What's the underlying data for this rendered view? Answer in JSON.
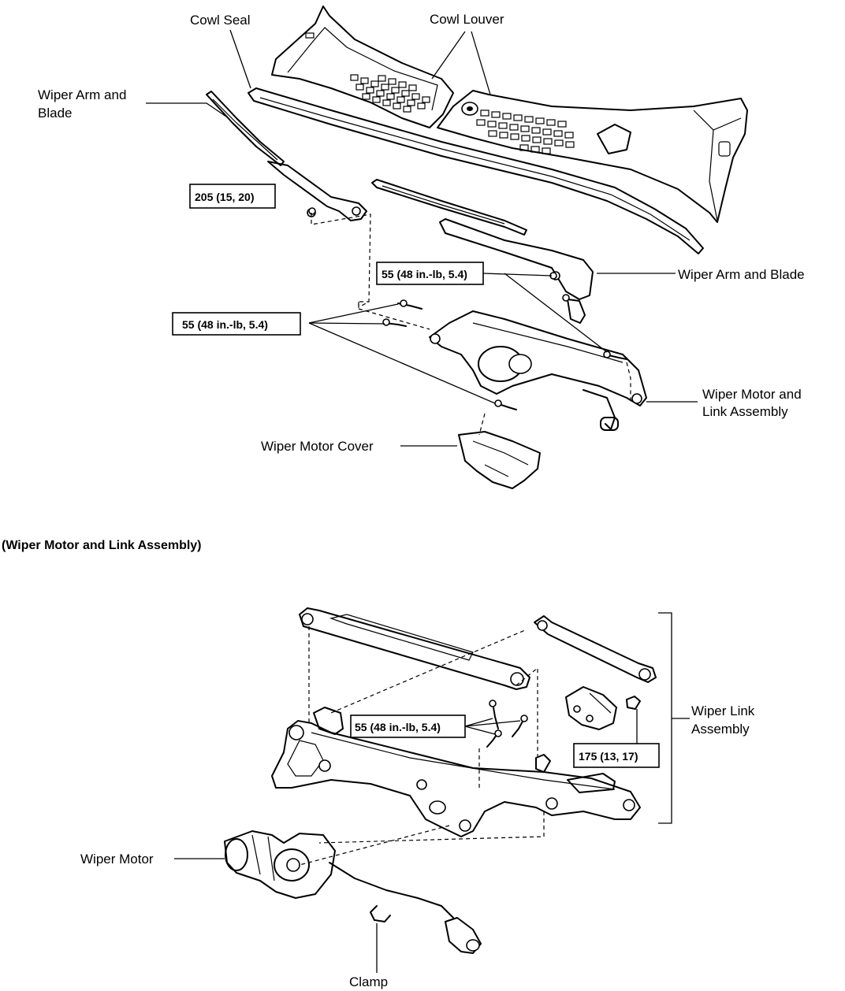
{
  "labels": {
    "cowl_seal": "Cowl Seal",
    "cowl_louver": "Cowl Louver",
    "wiper_arm_blade_left": [
      "Wiper Arm and",
      "Blade"
    ],
    "wiper_arm_blade_right": "Wiper Arm and Blade",
    "wiper_motor_link": [
      "Wiper Motor and",
      "Link Assembly"
    ],
    "wiper_motor_cover": "Wiper Motor Cover",
    "section_title": "(Wiper Motor and Link Assembly)",
    "wiper_link_assembly": [
      "Wiper Link",
      "Assembly"
    ],
    "wiper_motor": "Wiper Motor",
    "clamp": "Clamp"
  },
  "torque_specs": {
    "arm_nut": "205 (15, 20)",
    "arm_pivot_nut": "55 (48 in.-lb, 5.4)",
    "motor_link_bolts": "55 (48 in.-lb, 5.4)",
    "link_bolts": "55 (48 in.-lb, 5.4)",
    "link_nut": "175 (13, 17)"
  }
}
